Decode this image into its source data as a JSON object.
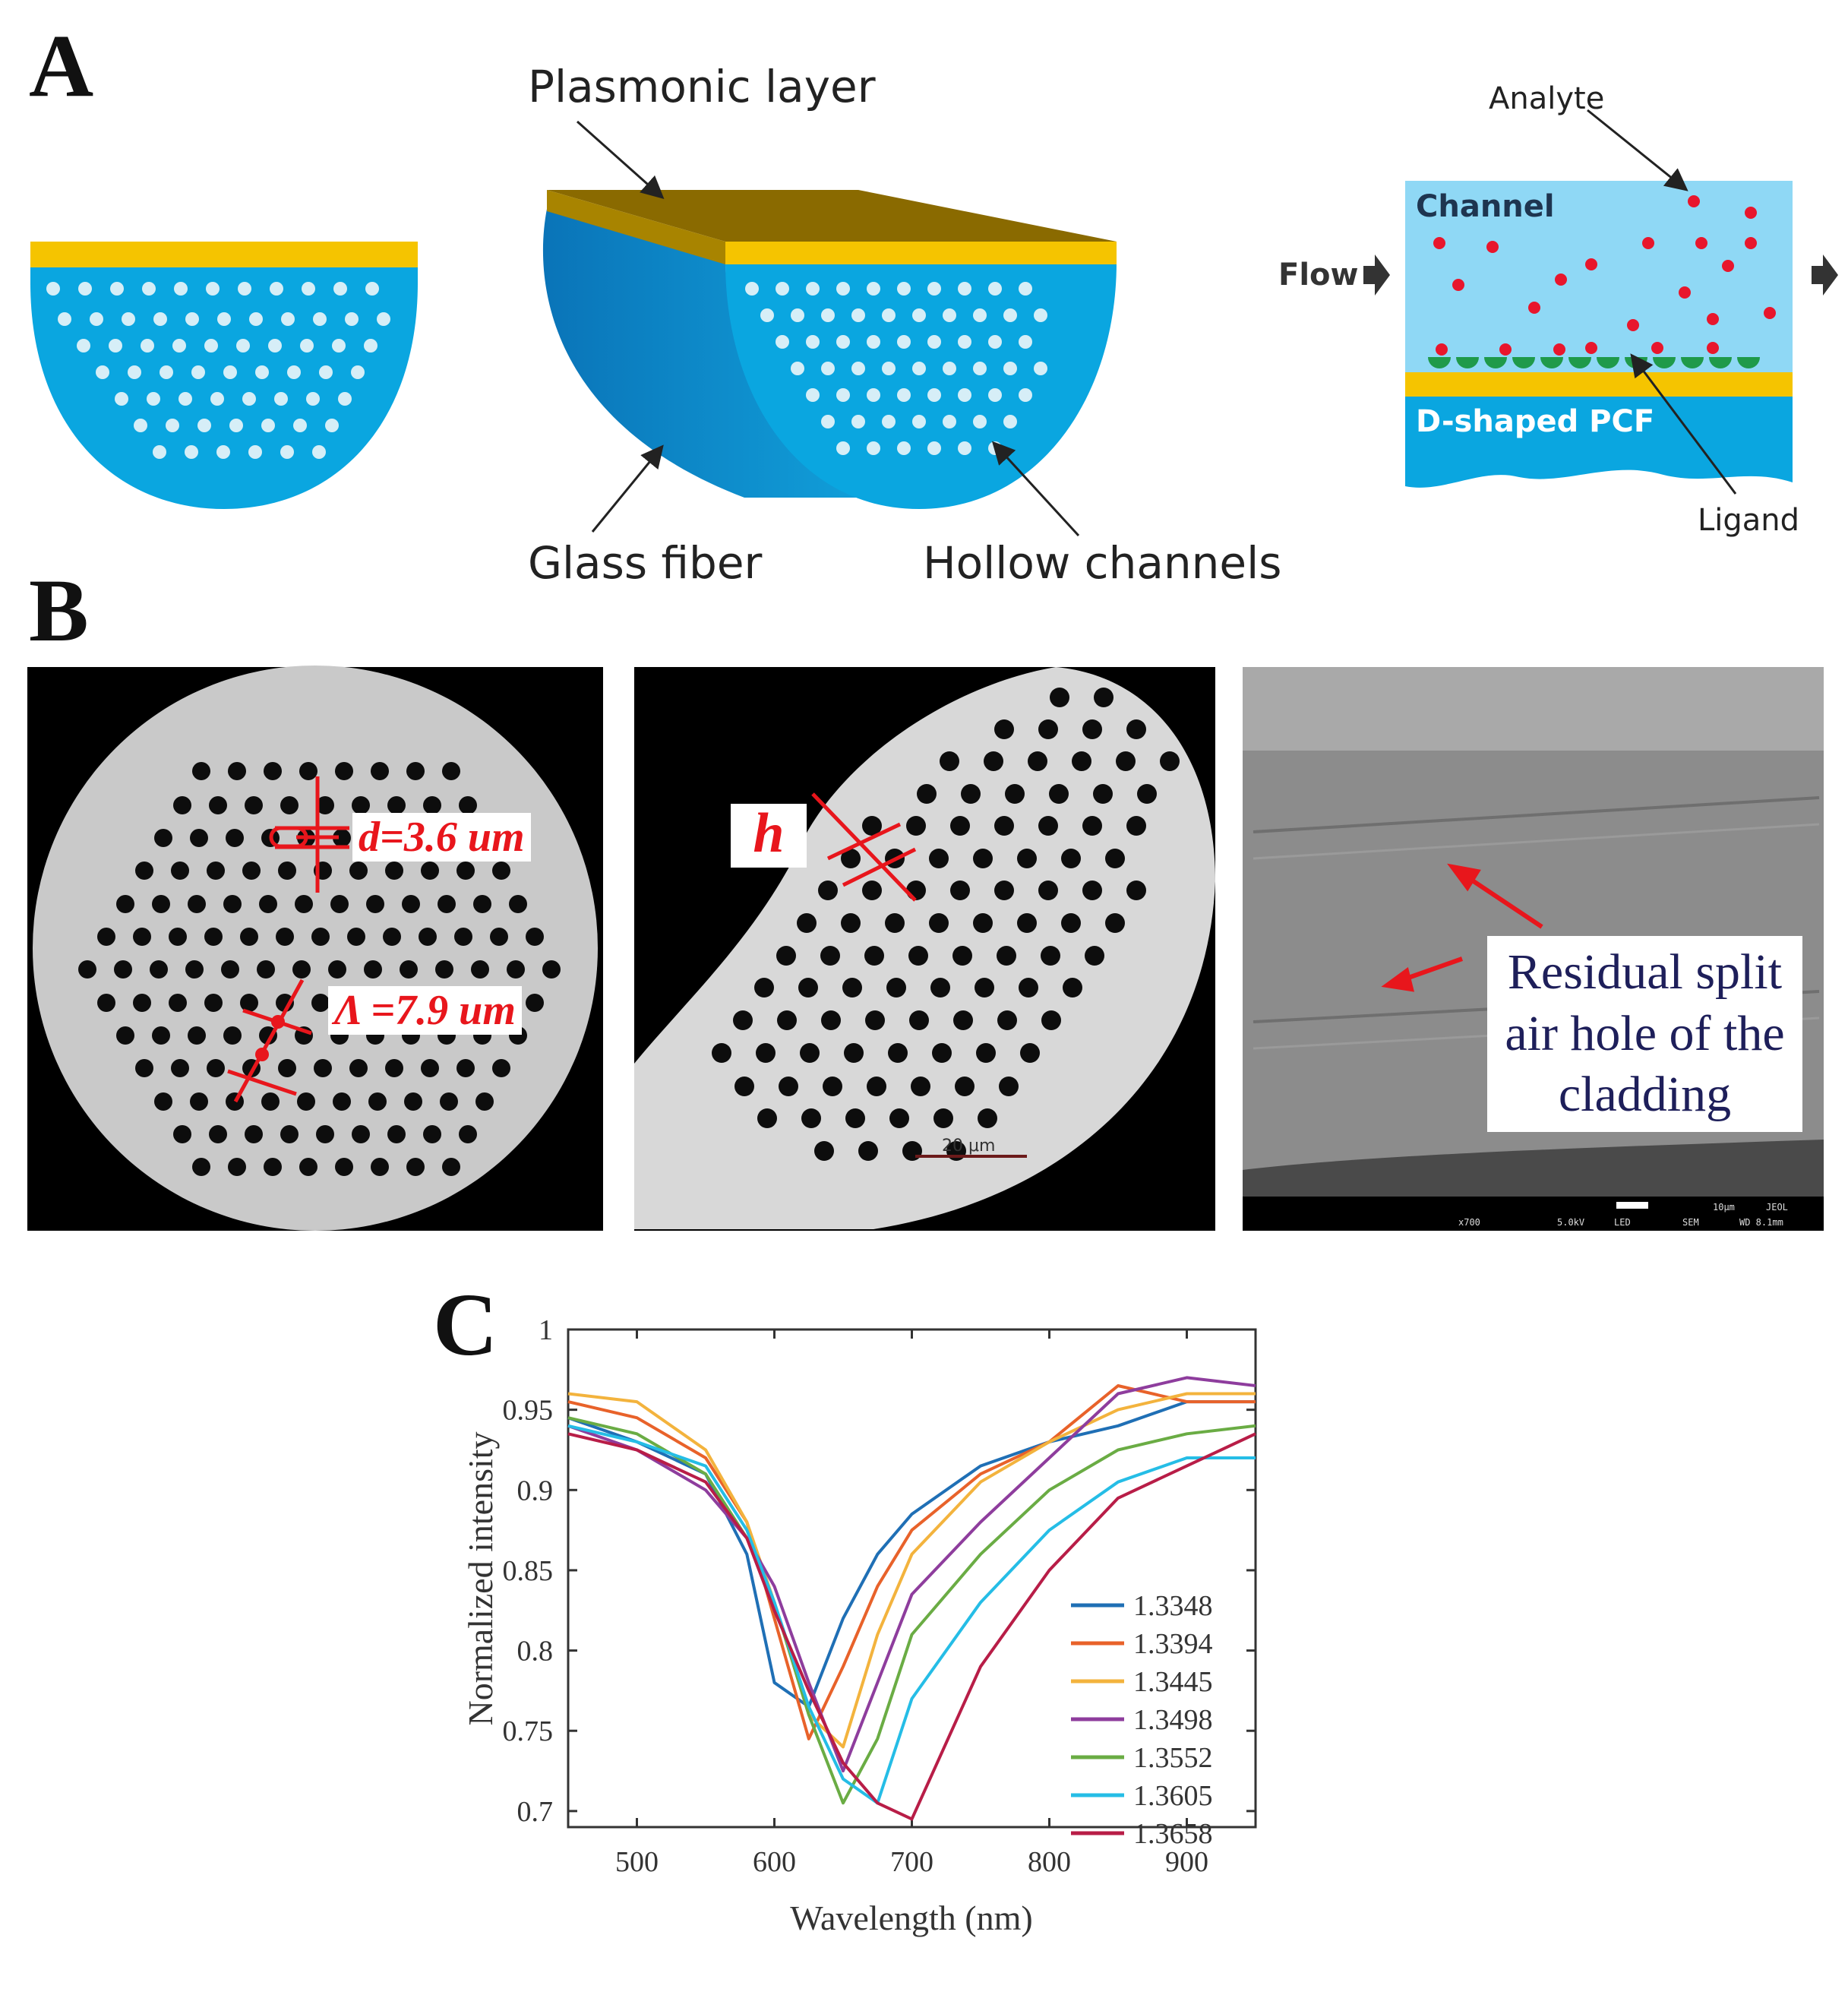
{
  "panels": {
    "a_label": "A",
    "b_label": "B",
    "c_label": "C"
  },
  "panel_a": {
    "plasmonic_layer": "Plasmonic layer",
    "glass_fiber": "Glass fiber",
    "hollow_channels": "Hollow channels",
    "analyte": "Analyte",
    "channel": "Channel",
    "flow": "Flow",
    "d_shaped_pcf": "D-shaped PCF",
    "ligand": "Ligand",
    "colors": {
      "gold": "#f5c400",
      "fiber_blue": "#0aa6e0",
      "channel_blue": "#8fd8f5",
      "analyte_red": "#e8162c",
      "ligand_green": "#1f9a4a"
    }
  },
  "panel_b": {
    "d_label": "d=3.6 um",
    "lambda_label": "Λ =7.9 um",
    "h_label": "h",
    "scale_bar": "20 μm",
    "residual_text_1": "Residual split",
    "residual_text_2": "air hole of the",
    "residual_text_3": "cladding",
    "sem_footer": {
      "mag": "x700",
      "kv": "5.0kV",
      "det": "LED",
      "sem": "SEM",
      "scale": "10μm",
      "brand": "JEOL",
      "wd": "WD 8.1mm"
    }
  },
  "chart_data": {
    "type": "line",
    "title": "",
    "xlabel": "Wavelength (nm)",
    "ylabel": "Normalized intensity",
    "xlim": [
      450,
      950
    ],
    "ylim": [
      0.69,
      1.0
    ],
    "xticks": [
      500,
      600,
      700,
      800,
      900
    ],
    "yticks": [
      0.7,
      0.75,
      0.8,
      0.85,
      0.9,
      0.95,
      1
    ],
    "ytick_labels": [
      "0.7",
      "0.75",
      "0.8",
      "0.85",
      "0.9",
      "0.95",
      "1"
    ],
    "legend_position": "lower-right",
    "x": [
      450,
      500,
      550,
      580,
      600,
      625,
      650,
      675,
      700,
      750,
      800,
      850,
      900,
      950
    ],
    "series": [
      {
        "name": "1.3348",
        "color": "#1f6fb5",
        "values": [
          0.945,
          0.93,
          0.91,
          0.86,
          0.78,
          0.765,
          0.82,
          0.86,
          0.885,
          0.915,
          0.93,
          0.94,
          0.955,
          0.955
        ]
      },
      {
        "name": "1.3394",
        "color": "#e8622a",
        "values": [
          0.955,
          0.945,
          0.92,
          0.88,
          0.82,
          0.745,
          0.79,
          0.84,
          0.875,
          0.91,
          0.93,
          0.965,
          0.955,
          0.955
        ]
      },
      {
        "name": "1.3445",
        "color": "#f3b33d",
        "values": [
          0.96,
          0.955,
          0.925,
          0.88,
          0.83,
          0.76,
          0.74,
          0.81,
          0.86,
          0.905,
          0.93,
          0.95,
          0.96,
          0.96
        ]
      },
      {
        "name": "1.3498",
        "color": "#8e3d9d",
        "values": [
          0.94,
          0.925,
          0.9,
          0.87,
          0.84,
          0.78,
          0.725,
          0.78,
          0.835,
          0.88,
          0.92,
          0.96,
          0.97,
          0.965
        ]
      },
      {
        "name": "1.3552",
        "color": "#6aac44",
        "values": [
          0.945,
          0.935,
          0.91,
          0.87,
          0.83,
          0.76,
          0.705,
          0.745,
          0.81,
          0.86,
          0.9,
          0.925,
          0.935,
          0.94
        ]
      },
      {
        "name": "1.3605",
        "color": "#25bde6",
        "values": [
          0.94,
          0.93,
          0.915,
          0.875,
          0.83,
          0.765,
          0.72,
          0.705,
          0.77,
          0.83,
          0.875,
          0.905,
          0.92,
          0.92
        ]
      },
      {
        "name": "1.3658",
        "color": "#b81d47",
        "values": [
          0.935,
          0.925,
          0.905,
          0.87,
          0.825,
          0.775,
          0.73,
          0.705,
          0.695,
          0.79,
          0.85,
          0.895,
          0.915,
          0.935
        ]
      }
    ]
  }
}
